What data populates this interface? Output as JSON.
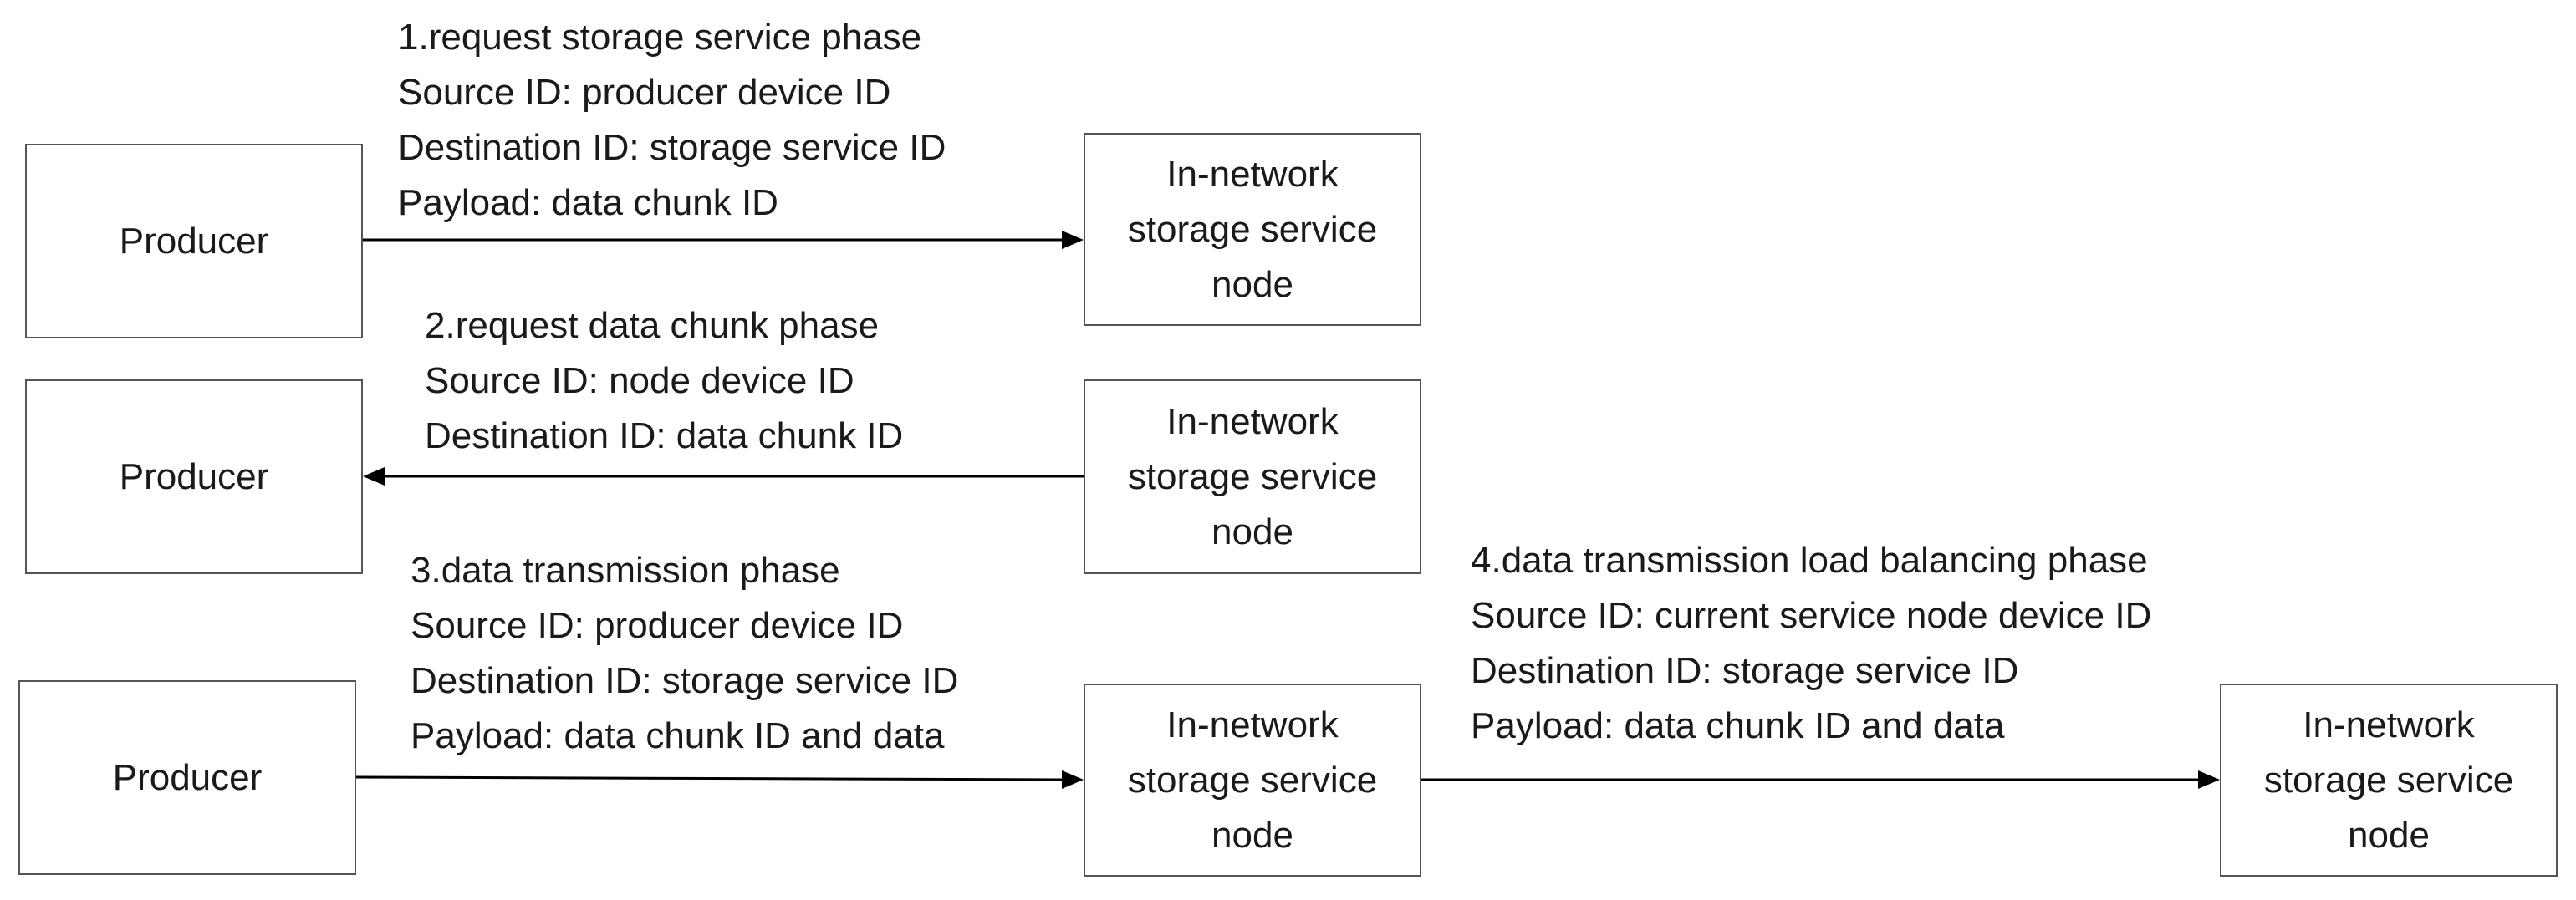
{
  "nodes": {
    "producer": "Producer",
    "storage_node": "In-network\nstorage service\nnode"
  },
  "phases": [
    {
      "title": "1.request storage service phase",
      "source": "Source ID: producer device ID",
      "destination": "Destination ID: storage service ID",
      "payload": "Payload: data chunk ID"
    },
    {
      "title": "2.request data chunk phase",
      "source": "Source ID: node device ID",
      "destination": "Destination ID: data chunk ID"
    },
    {
      "title": "3.data transmission phase",
      "source": "Source ID: producer device ID",
      "destination": "Destination ID: storage service ID",
      "payload": "Payload: data chunk ID and data"
    },
    {
      "title": "4.data transmission load balancing phase",
      "source": "Source ID: current service node device ID",
      "destination": "Destination ID: storage service ID",
      "payload": "Payload: data chunk ID and data"
    }
  ],
  "colors": {
    "line": "#000000",
    "border": "#555555",
    "text": "#1a1a1a"
  }
}
